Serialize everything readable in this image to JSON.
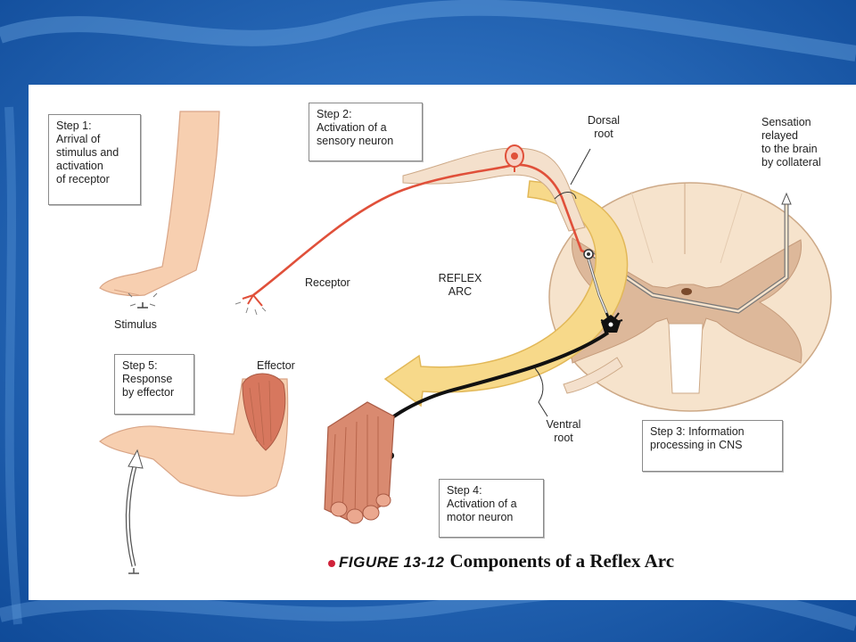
{
  "steps": {
    "step1": "Step 1:\nArrival of\nstimulus and\nactivation\nof receptor",
    "step2": "Step 2:\nActivation of a\nsensory neuron",
    "step3": "Step 3: Information\nprocessing in CNS",
    "step4": "Step 4:\nActivation of a\nmotor neuron",
    "step5": "Step 5:\nResponse\nby effector"
  },
  "labels": {
    "dorsal_root": "Dorsal\nroot",
    "sensation": "Sensation\nrelayed\nto the brain\nby collateral",
    "stimulus": "Stimulus",
    "receptor": "Receptor",
    "reflex_arc": "REFLEX\nARC",
    "effector": "Effector",
    "ventral_root": "Ventral\nroot"
  },
  "caption": {
    "figure": "FIGURE 13-12",
    "title": "Components of a Reflex Arc"
  },
  "colors": {
    "sensory_neuron": "#e0503a",
    "motor_neuron": "#111111",
    "reflex_arrow": "#f7d98a",
    "spinal_cord": "#f6e3cc",
    "gray_matter": "#ddb89a",
    "skin": "#f7cfb0",
    "muscle": "#d7775e",
    "background": "#1c5fb0"
  }
}
